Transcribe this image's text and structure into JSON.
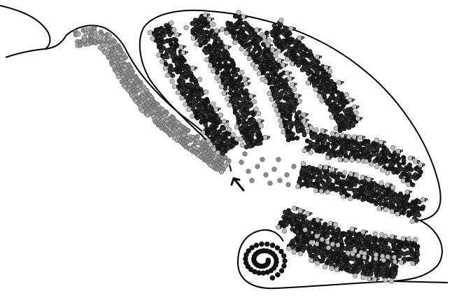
{
  "figure": {
    "cell_label": "P",
    "colors": {
      "background": "#ffffff",
      "outline": "#000000",
      "granule_outer": "#8c8c8c",
      "granule_outer_light": "#a9a9a9",
      "internal_dark": "#333333",
      "internal_darker": "#1e1e1e",
      "purkinje_fill": "#bdbdbd",
      "purkinje_text": "#000000",
      "nucleus": "#111111",
      "arrow": "#000000"
    },
    "layers": [
      "brainstem-outline",
      "cerebellum-outline",
      "external-granular-layer",
      "internal-granular-layer",
      "purkinje-cells",
      "migrating-cells",
      "deep-nucleus",
      "arrow"
    ]
  }
}
